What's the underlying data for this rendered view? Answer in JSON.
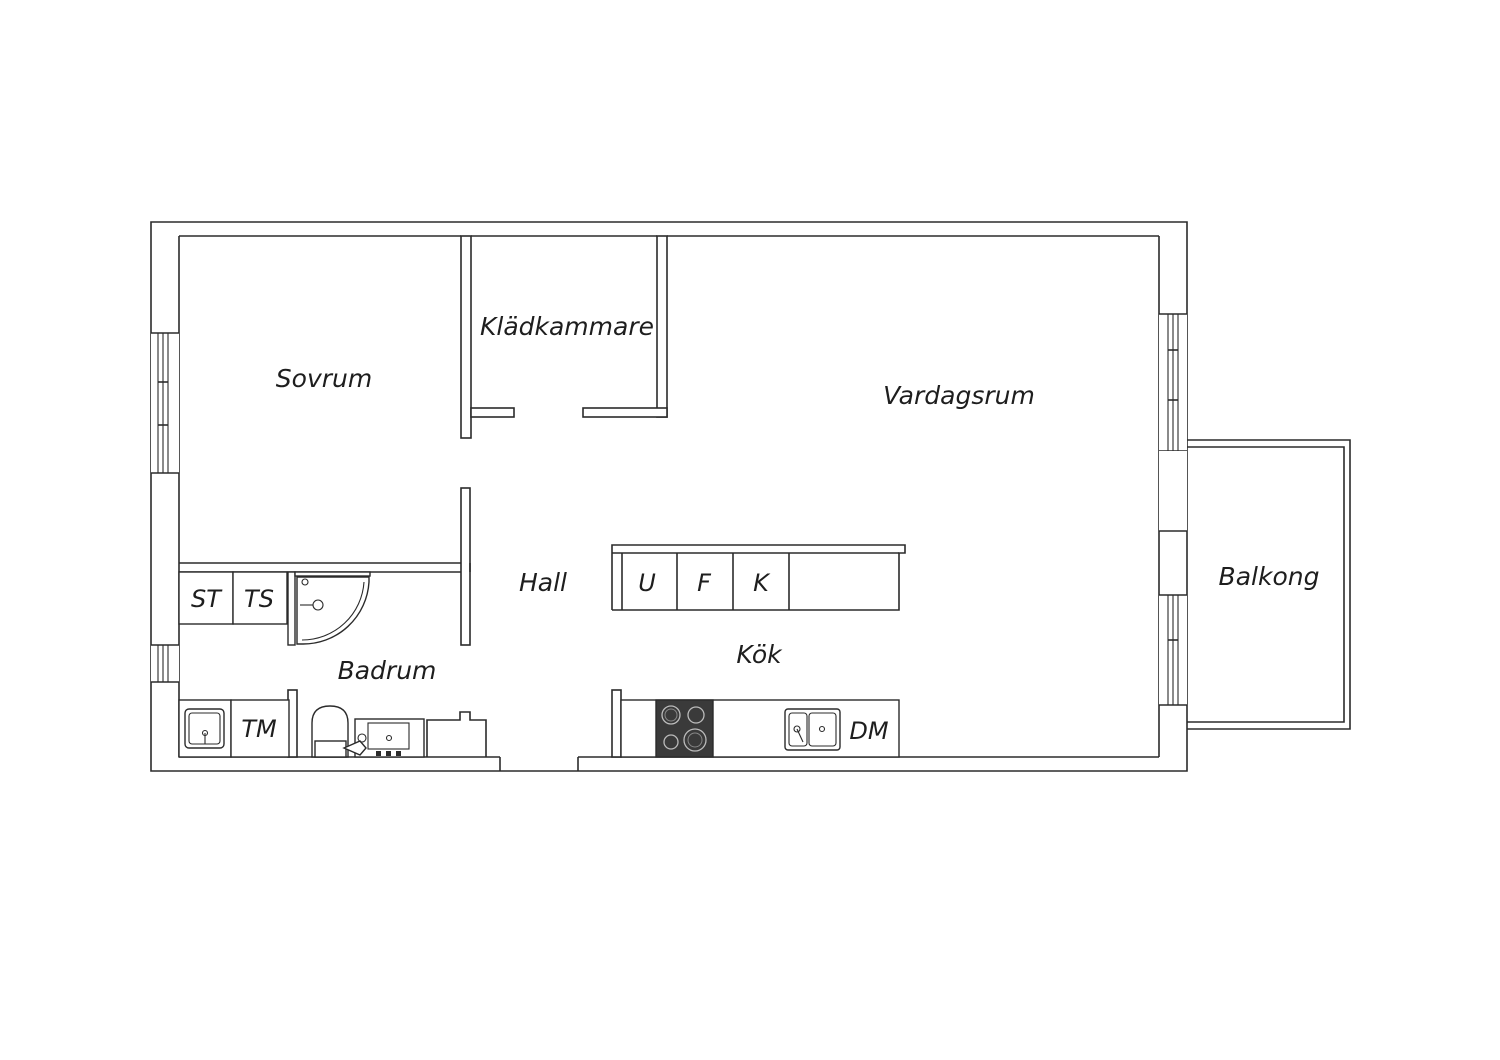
{
  "rooms": {
    "sovrum": "Sovrum",
    "kladkammare": "Klädkammare",
    "vardagsrum": "Vardagsrum",
    "hall": "Hall",
    "badrum": "Badrum",
    "kok": "Kök",
    "balkong": "Balkong"
  },
  "appliances": {
    "st": "ST",
    "ts": "TS",
    "tm": "TM",
    "u": "U",
    "f": "F",
    "k": "K",
    "dm": "DM"
  },
  "colors": {
    "line": "#2b2b2b",
    "background": "#ffffff",
    "stove": "#3a3a3a"
  }
}
